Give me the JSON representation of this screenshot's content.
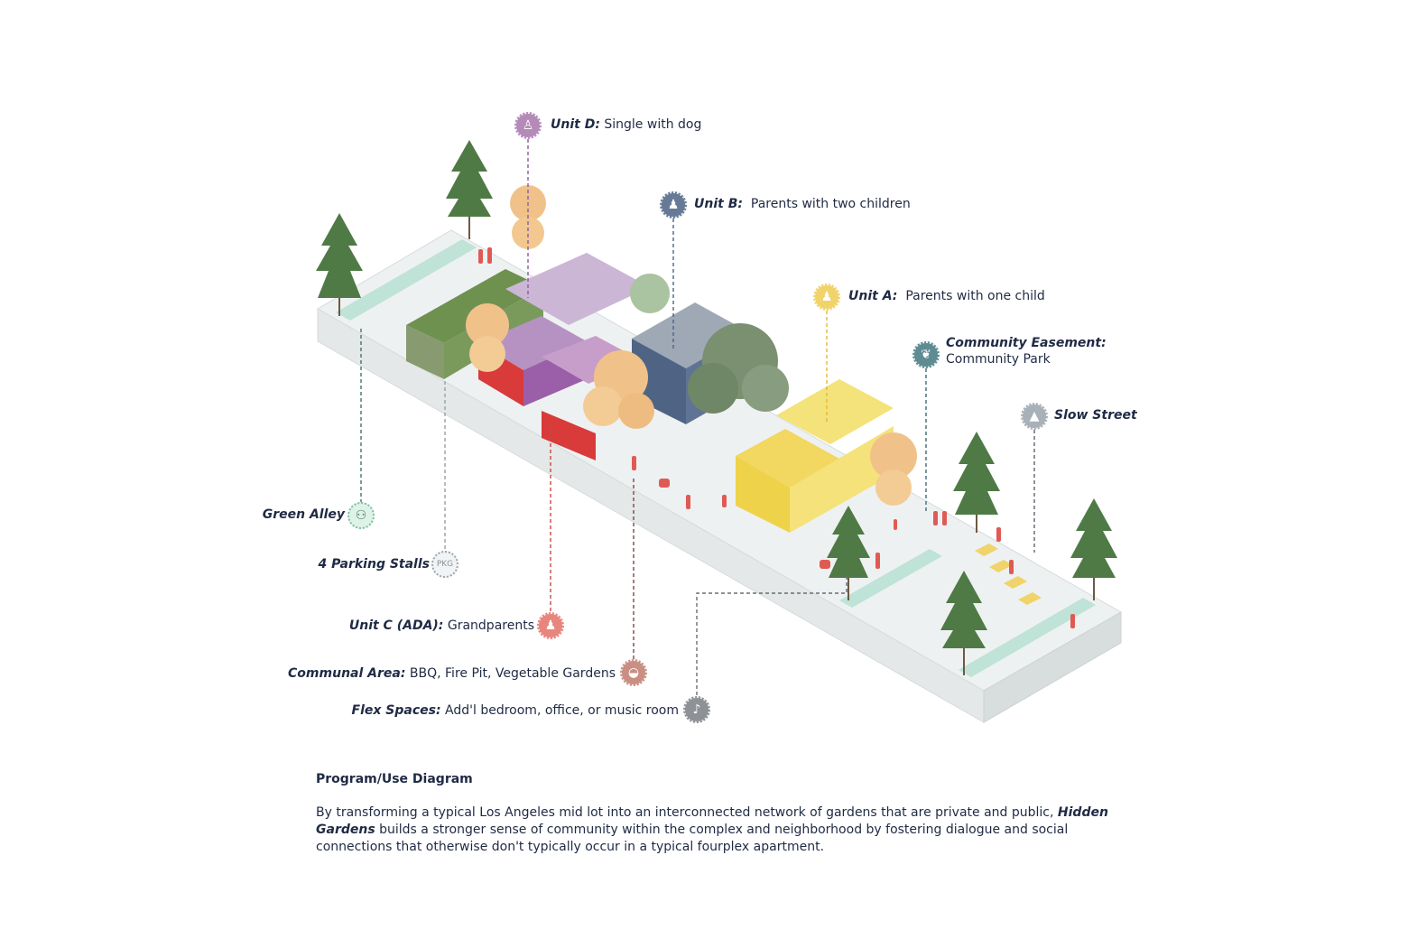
{
  "labels": {
    "unit_d": {
      "bold": "Unit D:",
      "text": "Single with dog"
    },
    "unit_b": {
      "bold": "Unit B:",
      "text": "Parents with two children"
    },
    "unit_a": {
      "bold": "Unit A:",
      "text": "Parents with one child"
    },
    "community_easement": {
      "bold": "Community Easement:",
      "text": "Community Park"
    },
    "slow_street": {
      "bold": "Slow Street",
      "text": ""
    },
    "green_alley": {
      "bold": "Green Alley",
      "text": ""
    },
    "parking": {
      "bold": "4 Parking Stalls",
      "text": "",
      "badge": "PKG"
    },
    "unit_c": {
      "bold": "Unit C (ADA):",
      "text": "Grandparents"
    },
    "communal_area": {
      "bold": "Communal Area:",
      "text": "BBQ, Fire Pit, Vegetable Gardens"
    },
    "flex_spaces": {
      "bold": "Flex Spaces:",
      "text": "Add'l bedroom, office, or music room"
    }
  },
  "colors": {
    "unit_d": "#b48bb8",
    "unit_b": "#667a95",
    "unit_a": "#f0d36a",
    "community_easement": "#5f8c93",
    "slow_street": "#a8b0b8",
    "green_alley": "#bfe3d6",
    "unit_c": "#e8867d",
    "communal_area": "#c98f83",
    "flex_spaces": "#8e9196",
    "roof_purple": "#cbb6d6",
    "roof_blue": "#6b7f99",
    "roof_yellow": "#f4e27a",
    "wall_red": "#d93a3a",
    "tree_green": "#4f7a45",
    "tree_orange": "#f0c28a",
    "ground": "#eef1f1"
  },
  "icons": {
    "unit_d": "person-with-dog-icon",
    "unit_b": "family-icon",
    "unit_a": "parent-child-icon",
    "community_easement": "leaf-icon",
    "slow_street": "traffic-cone-icon",
    "green_alley": "bicycle-icon",
    "parking": "parking-icon",
    "unit_c": "grandparents-icon",
    "communal_area": "bbq-grill-icon",
    "flex_spaces": "guitar-icon"
  },
  "caption": {
    "title": "Program/Use Diagram",
    "body_1": "By transforming a typical Los Angeles mid lot into an interconnected network of gardens that are private and public, ",
    "body_bold": "Hidden Gardens",
    "body_2": " builds a stronger sense of community within the complex and neighborhood by fostering dialogue and social connections that otherwise don't typically occur in a typical fourplex apartment."
  }
}
